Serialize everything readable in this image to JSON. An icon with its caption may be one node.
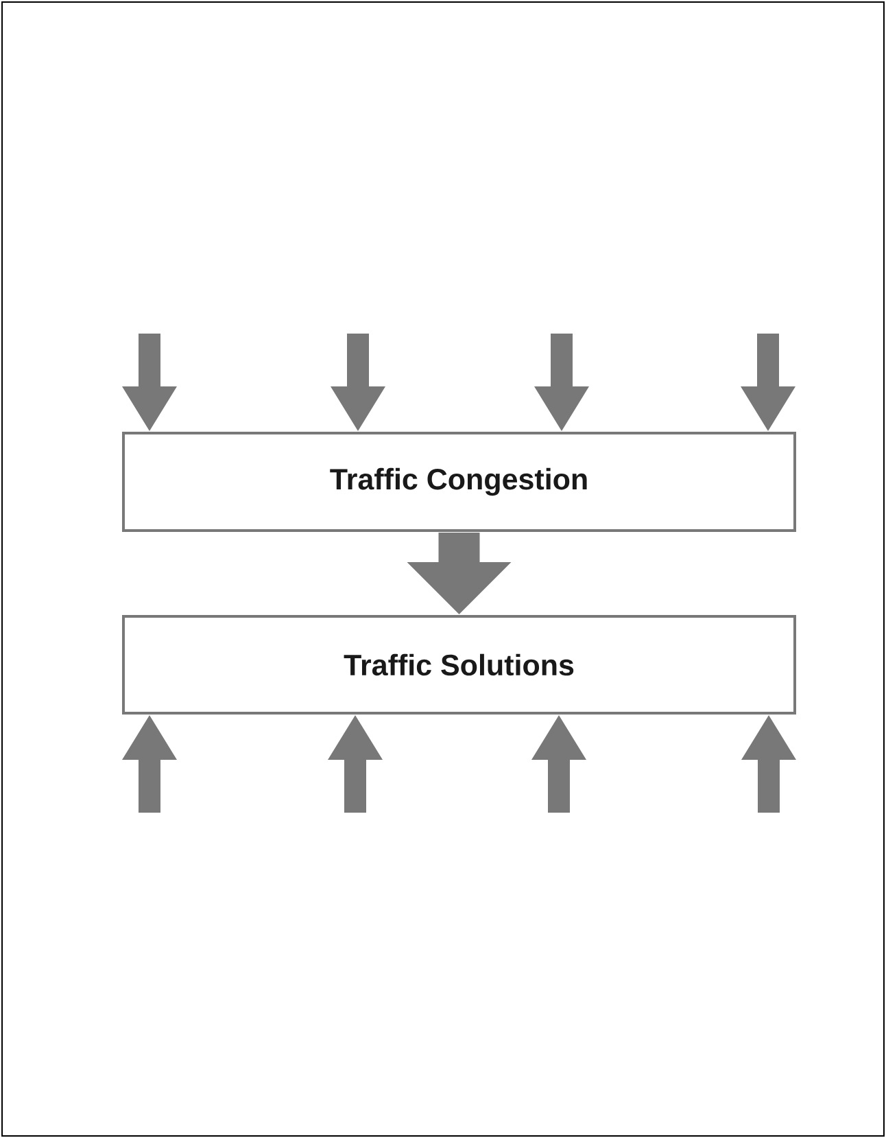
{
  "diagram": {
    "nodes": [
      {
        "text": [
          "Traffic Congestion"
        ]
      },
      {
        "text": [
          "Traffic Solutions"
        ]
      }
    ],
    "edges": [
      {
        "from": null,
        "to": 0,
        "arrow": "to"
      },
      {
        "from": null,
        "to": 0,
        "arrow": "to"
      },
      {
        "from": null,
        "to": 0,
        "arrow": "to"
      },
      {
        "from": null,
        "to": 0,
        "arrow": "to"
      },
      {
        "from": 0,
        "to": 1,
        "arrow": "to",
        "style": "thick"
      },
      {
        "from": null,
        "to": 1,
        "arrow": "to"
      },
      {
        "from": null,
        "to": 1,
        "arrow": "to"
      },
      {
        "from": null,
        "to": 1,
        "arrow": "to"
      },
      {
        "from": null,
        "to": 1,
        "arrow": "to"
      }
    ]
  }
}
